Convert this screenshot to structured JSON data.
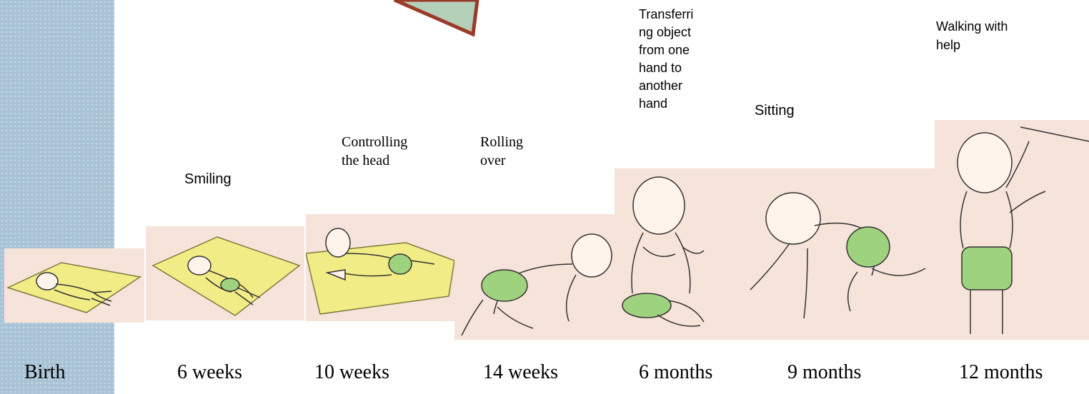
{
  "colors": {
    "panel": "#f6e3da",
    "mat": "#f2ec86",
    "diaper": "#9fd27f",
    "strip": "#a9c3d6",
    "triangle_fill": "#b5d0b8",
    "triangle_stroke": "#9a3a2a"
  },
  "milestones": [
    {
      "milestone": "",
      "age": "Birth"
    },
    {
      "milestone": "Smiling",
      "age": "6 weeks"
    },
    {
      "milestone": "Controlling\nthe head",
      "age": "10 weeks"
    },
    {
      "milestone": "Rolling\nover",
      "age": "14 weeks"
    },
    {
      "milestone": "Transferri\nng object\nfrom one\nhand to\nanother\nhand",
      "age": "6 months"
    },
    {
      "milestone": "Sitting",
      "age": "9 months"
    },
    {
      "milestone": "Walking with\nhelp",
      "age": "12 months"
    }
  ]
}
